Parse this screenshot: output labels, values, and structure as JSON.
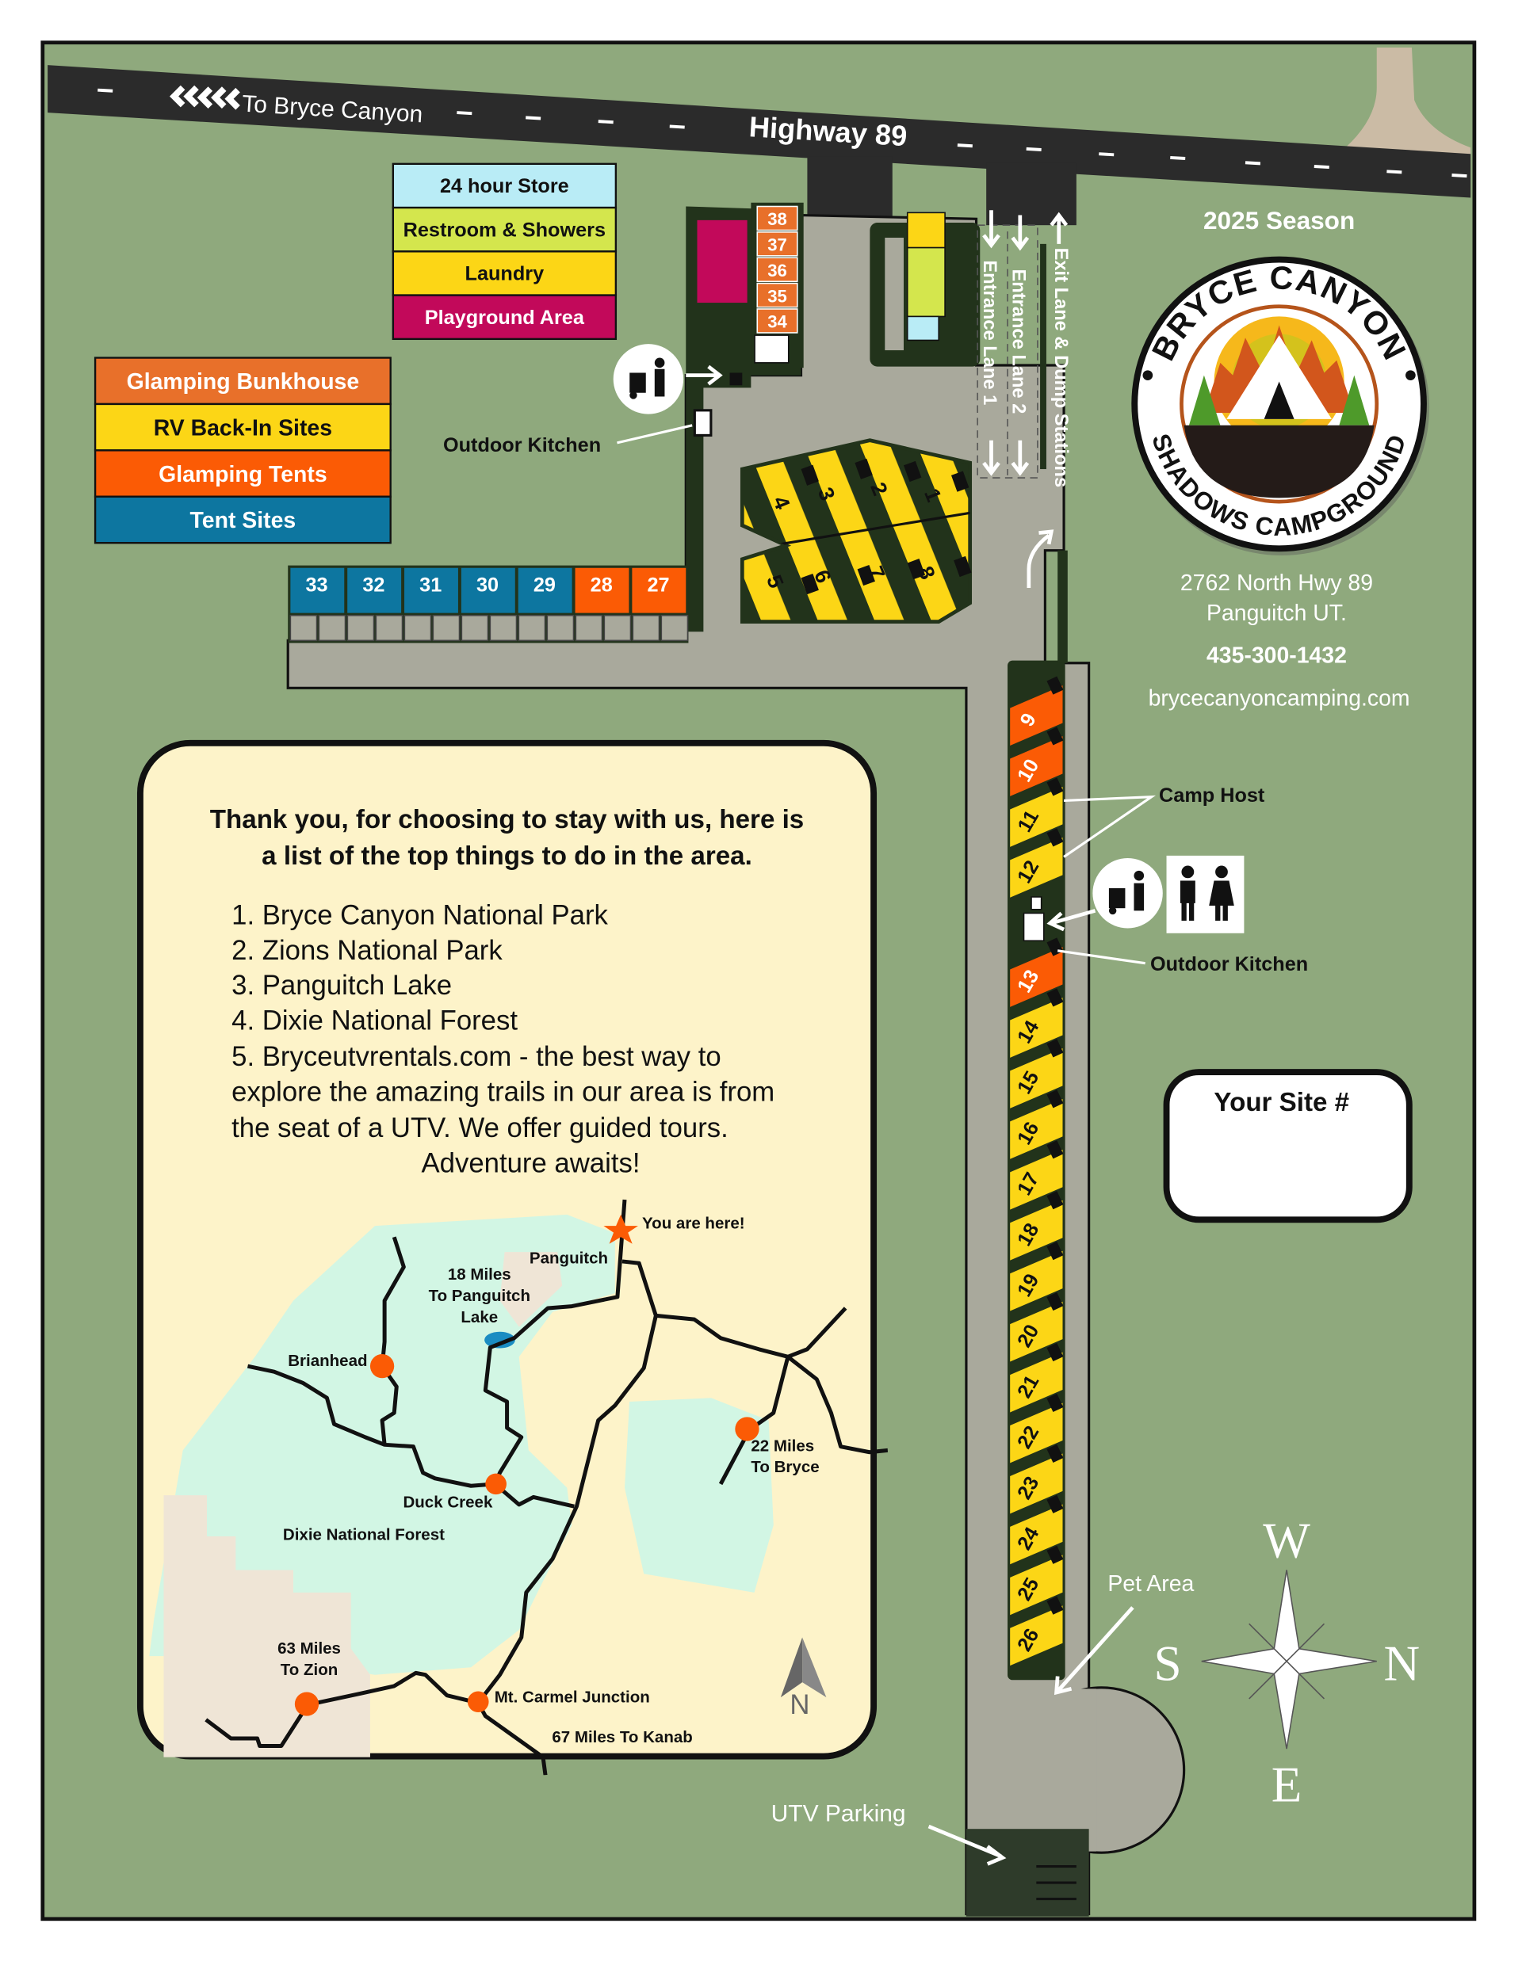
{
  "highway": {
    "direction_label": "To Bryce Canyon",
    "name": "Highway 89"
  },
  "facility_legend": [
    {
      "label": "24 hour Store",
      "color": "#b9ecf6"
    },
    {
      "label": "Restroom & Showers",
      "color": "#d4e64d"
    },
    {
      "label": "Laundry",
      "color": "#fcd616"
    },
    {
      "label": "Playground Area",
      "color": "#c2095a"
    }
  ],
  "site_legend": [
    {
      "label": "Glamping Bunkhouse",
      "color": "#e8702a"
    },
    {
      "label": "RV Back-In Sites",
      "color": "#fcd616"
    },
    {
      "label": "Glamping Tents",
      "color": "#fb5b05"
    },
    {
      "label": "Tent Sites",
      "color": "#0d76a0"
    }
  ],
  "labels": {
    "outdoor_kitchen_top": "Outdoor Kitchen",
    "outdoor_kitchen_right": "Outdoor Kitchen",
    "camp_host": "Camp Host",
    "entrance_lane_1": "Entrance Lane 1",
    "entrance_lane_2": "Entrance Lane 2",
    "exit_lane": "Exit Lane & Dump Stations",
    "pet_area": "Pet Area",
    "utv_parking": "UTV Parking",
    "your_site": "Your Site #"
  },
  "campground": {
    "season": "2025 Season",
    "logo_top": "BRYCE CANYON",
    "logo_bottom": "SHADOWS CAMPGROUND",
    "address_line1": "2762 North Hwy 89",
    "address_line2": "Panguitch UT.",
    "phone": "435-300-1432",
    "website": "brycecanyoncamping.com"
  },
  "sites": {
    "bunkhouse_stack": [
      "38",
      "37",
      "36",
      "35",
      "34"
    ],
    "bottom_row": [
      {
        "num": "33",
        "type": "tent"
      },
      {
        "num": "32",
        "type": "tent"
      },
      {
        "num": "31",
        "type": "tent"
      },
      {
        "num": "30",
        "type": "tent"
      },
      {
        "num": "29",
        "type": "tent"
      },
      {
        "num": "28",
        "type": "glamping"
      },
      {
        "num": "27",
        "type": "glamping"
      }
    ],
    "diagonal_block": [
      "1",
      "2",
      "3",
      "4",
      "5",
      "6",
      "7",
      "8"
    ],
    "main_road": [
      {
        "num": "9",
        "type": "glamping"
      },
      {
        "num": "10",
        "type": "glamping"
      },
      {
        "num": "11",
        "type": "rv"
      },
      {
        "num": "12",
        "type": "rv"
      },
      {
        "num": "13",
        "type": "glamping"
      },
      {
        "num": "14",
        "type": "rv"
      },
      {
        "num": "15",
        "type": "rv"
      },
      {
        "num": "16",
        "type": "rv"
      },
      {
        "num": "17",
        "type": "rv"
      },
      {
        "num": "18",
        "type": "rv"
      },
      {
        "num": "19",
        "type": "rv"
      },
      {
        "num": "20",
        "type": "rv"
      },
      {
        "num": "21",
        "type": "rv"
      },
      {
        "num": "22",
        "type": "rv"
      },
      {
        "num": "23",
        "type": "rv"
      },
      {
        "num": "24",
        "type": "rv"
      },
      {
        "num": "25",
        "type": "rv"
      },
      {
        "num": "26",
        "type": "rv"
      }
    ]
  },
  "info_panel": {
    "heading_line1": "Thank you, for choosing to stay with us, here is",
    "heading_line2": "a list of the top things to do in the area.",
    "items": [
      "1. Bryce Canyon National Park",
      "2. Zions National Park",
      "3. Panguitch Lake",
      "4. Dixie National Forest",
      "5. Bryceutvrentals.com - the best way to"
    ],
    "item5_line2": "explore the amazing trails in our area is from",
    "item5_line3": "the seat of a UTV. We offer guided tours.",
    "item5_line4": "Adventure awaits!"
  },
  "area_map": {
    "you_are_here": "You are here!",
    "panguitch": "Panguitch",
    "lake_line1": "18 Miles",
    "lake_line2": "To Panguitch",
    "lake_line3": "Lake",
    "brianhead": "Brianhead",
    "duck_creek": "Duck Creek",
    "dixie": "Dixie National Forest",
    "bryce_line1": "22 Miles",
    "bryce_line2": "To Bryce",
    "zion_line1": "63 Miles",
    "zion_line2": "To Zion",
    "mt_carmel": "Mt. Carmel Junction",
    "kanab": "67 Miles To Kanab",
    "north": "N"
  },
  "compass": {
    "top": "W",
    "bottom": "E",
    "left": "S",
    "right": "N"
  },
  "colors": {
    "grass": "#8fa97d",
    "gravel": "#a9a99c",
    "road": "#2b2b2b",
    "plot": "#22331b",
    "panel": "#fdf3c9",
    "forest": "#d2f6e4",
    "park": "#efe5d6",
    "marker": "#fb5b05"
  }
}
